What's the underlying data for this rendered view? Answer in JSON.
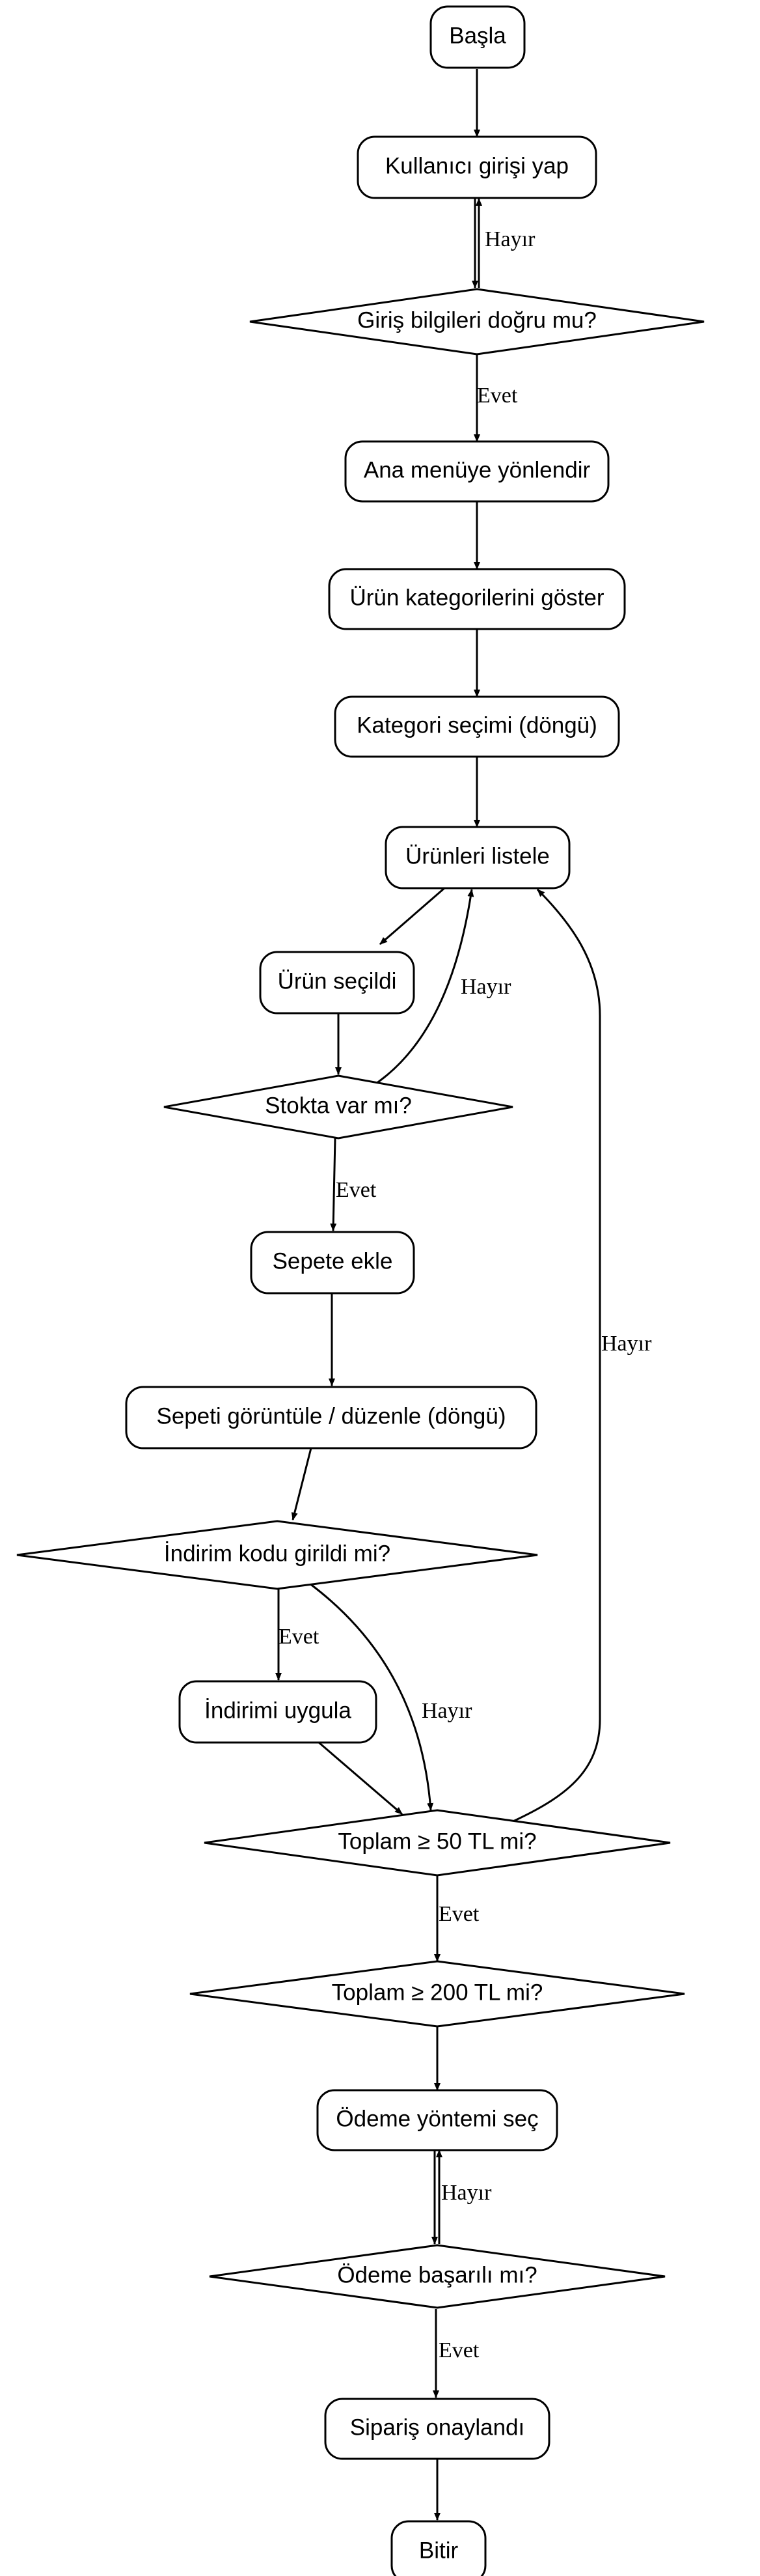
{
  "flowchart": {
    "nodes": [
      {
        "id": "basla",
        "shape": "rounded",
        "label": "Başla"
      },
      {
        "id": "giris",
        "shape": "rounded",
        "label": "Kullanıcı girişi yap"
      },
      {
        "id": "giris_dogru",
        "shape": "diamond",
        "label": "Giriş bilgileri doğru mu?"
      },
      {
        "id": "ana_menu",
        "shape": "rounded",
        "label": "Ana menüye yönlendir"
      },
      {
        "id": "kategoriler",
        "shape": "rounded",
        "label": "Ürün kategorilerini göster"
      },
      {
        "id": "kategori_secimi",
        "shape": "rounded",
        "label": "Kategori seçimi (döngü)"
      },
      {
        "id": "urunleri_listele",
        "shape": "rounded",
        "label": "Ürünleri listele"
      },
      {
        "id": "urun_secildi",
        "shape": "rounded",
        "label": "Ürün seçildi"
      },
      {
        "id": "stokta",
        "shape": "diamond",
        "label": "Stokta var mı?"
      },
      {
        "id": "sepete_ekle",
        "shape": "rounded",
        "label": "Sepete ekle"
      },
      {
        "id": "sepeti_goruntule",
        "shape": "rounded",
        "label": "Sepeti görüntüle / düzenle (döngü)"
      },
      {
        "id": "indirim_kodu",
        "shape": "diamond",
        "label": "İndirim kodu girildi mi?"
      },
      {
        "id": "indirimi_uygula",
        "shape": "rounded",
        "label": "İndirimi uygula"
      },
      {
        "id": "toplam_50",
        "shape": "diamond",
        "label": "Toplam ≥ 50 TL mi?"
      },
      {
        "id": "toplam_200",
        "shape": "diamond",
        "label": "Toplam ≥ 200 TL mi?"
      },
      {
        "id": "odeme_yontemi",
        "shape": "rounded",
        "label": "Ödeme yöntemi seç"
      },
      {
        "id": "odeme_basarili",
        "shape": "diamond",
        "label": "Ödeme başarılı mı?"
      },
      {
        "id": "siparis_onay",
        "shape": "rounded",
        "label": "Sipariş onaylandı"
      },
      {
        "id": "bitir",
        "shape": "rounded",
        "label": "Bitir"
      }
    ],
    "edges": [
      {
        "from": "basla",
        "to": "giris",
        "label": ""
      },
      {
        "from": "giris",
        "to": "giris_dogru",
        "label": ""
      },
      {
        "from": "giris_dogru",
        "to": "giris",
        "label": "Hayır"
      },
      {
        "from": "giris_dogru",
        "to": "ana_menu",
        "label": "Evet"
      },
      {
        "from": "ana_menu",
        "to": "kategoriler",
        "label": ""
      },
      {
        "from": "kategoriler",
        "to": "kategori_secimi",
        "label": ""
      },
      {
        "from": "kategori_secimi",
        "to": "urunleri_listele",
        "label": ""
      },
      {
        "from": "urunleri_listele",
        "to": "urun_secildi",
        "label": ""
      },
      {
        "from": "urun_secildi",
        "to": "stokta",
        "label": ""
      },
      {
        "from": "stokta",
        "to": "urunleri_listele",
        "label": "Hayır"
      },
      {
        "from": "stokta",
        "to": "sepete_ekle",
        "label": "Evet"
      },
      {
        "from": "sepete_ekle",
        "to": "sepeti_goruntule",
        "label": ""
      },
      {
        "from": "sepeti_goruntule",
        "to": "indirim_kodu",
        "label": ""
      },
      {
        "from": "indirim_kodu",
        "to": "indirimi_uygula",
        "label": "Evet"
      },
      {
        "from": "indirim_kodu",
        "to": "toplam_50",
        "label": "Hayır"
      },
      {
        "from": "indirimi_uygula",
        "to": "toplam_50",
        "label": ""
      },
      {
        "from": "toplam_50",
        "to": "urunleri_listele",
        "label": "Hayır"
      },
      {
        "from": "toplam_50",
        "to": "toplam_200",
        "label": "Evet"
      },
      {
        "from": "toplam_200",
        "to": "odeme_yontemi",
        "label": ""
      },
      {
        "from": "odeme_yontemi",
        "to": "odeme_basarili",
        "label": ""
      },
      {
        "from": "odeme_basarili",
        "to": "odeme_yontemi",
        "label": "Hayır"
      },
      {
        "from": "odeme_basarili",
        "to": "siparis_onay",
        "label": "Evet"
      },
      {
        "from": "siparis_onay",
        "to": "bitir",
        "label": ""
      }
    ]
  }
}
